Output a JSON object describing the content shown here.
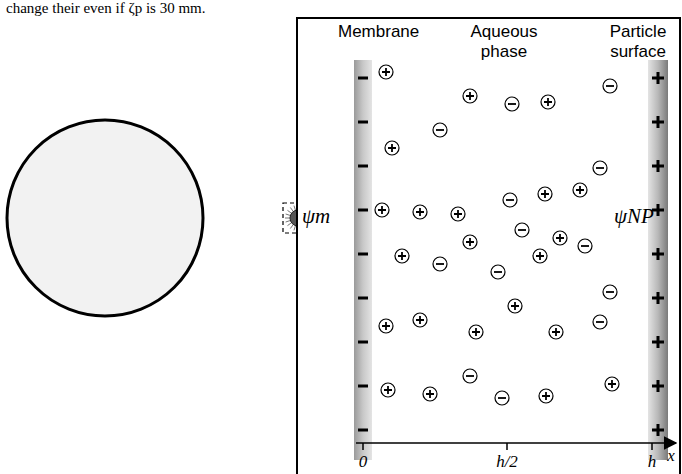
{
  "diagram": {
    "labels": [
      "change their even if ζp is 30 mm.",
      "Membrane",
      "Aqueous phase",
      "Particle surface",
      "ψm",
      "ψNP",
      "0",
      "h/2",
      "h",
      "x"
    ]
  }
}
